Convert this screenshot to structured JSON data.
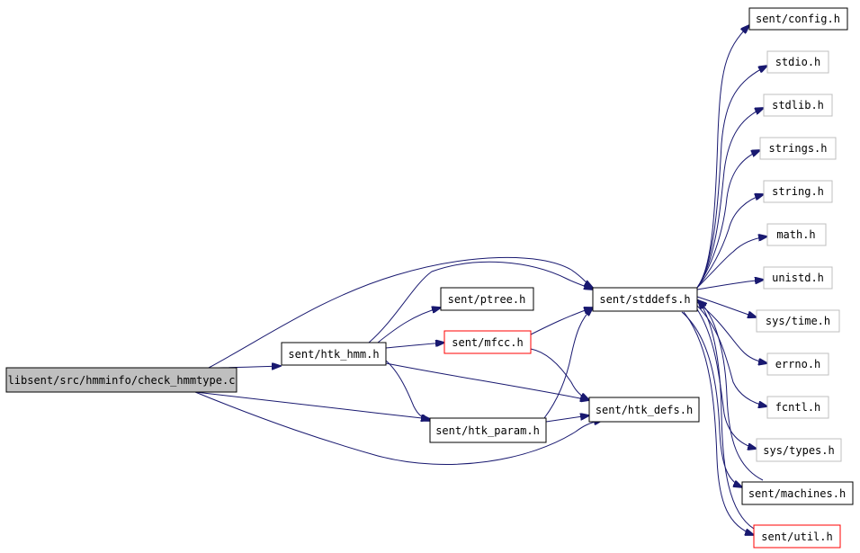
{
  "colors": {
    "edge": "#191970",
    "root_fill": "#bfbfbf",
    "normal_border": "#000000",
    "missing_border": "#bfbfbf",
    "truncated_border": "#ff0000",
    "background": "#ffffff"
  },
  "nodes": [
    {
      "id": "root",
      "label": "libsent/src/hmminfo/check_hmmtype.c",
      "kind": "root"
    },
    {
      "id": "htk_hmm",
      "label": "sent/htk_hmm.h",
      "kind": "normal"
    },
    {
      "id": "ptree",
      "label": "sent/ptree.h",
      "kind": "normal"
    },
    {
      "id": "mfcc",
      "label": "sent/mfcc.h",
      "kind": "truncated"
    },
    {
      "id": "stddefs",
      "label": "sent/stddefs.h",
      "kind": "normal"
    },
    {
      "id": "htk_param",
      "label": "sent/htk_param.h",
      "kind": "normal"
    },
    {
      "id": "htk_defs",
      "label": "sent/htk_defs.h",
      "kind": "normal"
    },
    {
      "id": "config",
      "label": "sent/config.h",
      "kind": "normal"
    },
    {
      "id": "stdio",
      "label": "stdio.h",
      "kind": "missing"
    },
    {
      "id": "stdlib",
      "label": "stdlib.h",
      "kind": "missing"
    },
    {
      "id": "strings",
      "label": "strings.h",
      "kind": "missing"
    },
    {
      "id": "string",
      "label": "string.h",
      "kind": "missing"
    },
    {
      "id": "math",
      "label": "math.h",
      "kind": "missing"
    },
    {
      "id": "unistd",
      "label": "unistd.h",
      "kind": "missing"
    },
    {
      "id": "systime",
      "label": "sys/time.h",
      "kind": "missing"
    },
    {
      "id": "errno",
      "label": "errno.h",
      "kind": "missing"
    },
    {
      "id": "fcntl",
      "label": "fcntl.h",
      "kind": "missing"
    },
    {
      "id": "systypes",
      "label": "sys/types.h",
      "kind": "missing"
    },
    {
      "id": "machines",
      "label": "sent/machines.h",
      "kind": "normal"
    },
    {
      "id": "util",
      "label": "sent/util.h",
      "kind": "truncated"
    }
  ],
  "edges": [
    [
      "root",
      "htk_hmm"
    ],
    [
      "root",
      "stddefs"
    ],
    [
      "root",
      "htk_param"
    ],
    [
      "root",
      "htk_defs"
    ],
    [
      "htk_hmm",
      "stddefs"
    ],
    [
      "htk_hmm",
      "ptree"
    ],
    [
      "htk_hmm",
      "mfcc"
    ],
    [
      "htk_hmm",
      "htk_param"
    ],
    [
      "htk_hmm",
      "htk_defs"
    ],
    [
      "mfcc",
      "stddefs"
    ],
    [
      "mfcc",
      "htk_defs"
    ],
    [
      "htk_param",
      "stddefs"
    ],
    [
      "htk_param",
      "htk_defs"
    ],
    [
      "stddefs",
      "config"
    ],
    [
      "stddefs",
      "stdio"
    ],
    [
      "stddefs",
      "stdlib"
    ],
    [
      "stddefs",
      "strings"
    ],
    [
      "stddefs",
      "string"
    ],
    [
      "stddefs",
      "math"
    ],
    [
      "stddefs",
      "unistd"
    ],
    [
      "stddefs",
      "systime"
    ],
    [
      "stddefs",
      "errno"
    ],
    [
      "stddefs",
      "fcntl"
    ],
    [
      "stddefs",
      "systypes"
    ],
    [
      "stddefs",
      "machines"
    ],
    [
      "stddefs",
      "util"
    ],
    [
      "machines",
      "stddefs"
    ],
    [
      "util",
      "stddefs"
    ]
  ]
}
